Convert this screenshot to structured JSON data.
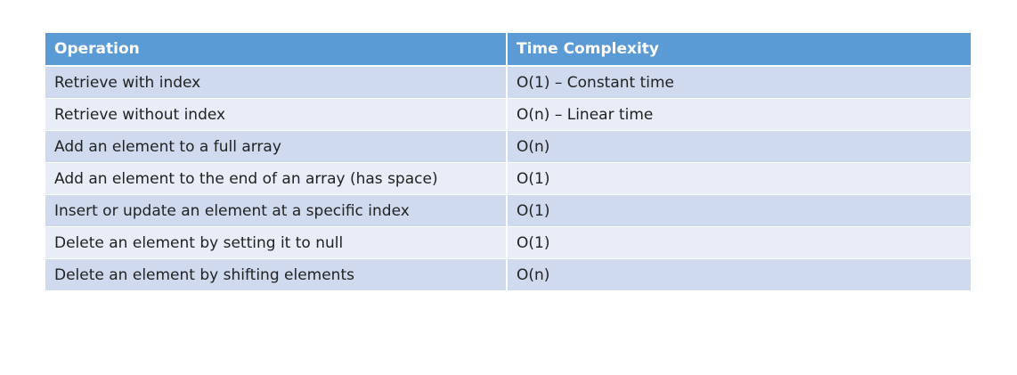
{
  "table": {
    "headers": [
      "Operation",
      "Time Complexity"
    ],
    "rows": [
      [
        "Retrieve with index",
        "O(1) – Constant time"
      ],
      [
        "Retrieve without index",
        "O(n) – Linear time"
      ],
      [
        "Add an element to a full array",
        "O(n)"
      ],
      [
        "Add an element to the end of an array (has space)",
        "O(1)"
      ],
      [
        "Insert or update an element at a specific index",
        "O(1)"
      ],
      [
        "Delete an element by setting it to null",
        "O(1)"
      ],
      [
        "Delete an element by shifting elements",
        "O(n)"
      ]
    ]
  },
  "colors": {
    "header_bg": "#5b9bd5",
    "row_odd_bg": "#cfdaee",
    "row_even_bg": "#e8edf7"
  }
}
